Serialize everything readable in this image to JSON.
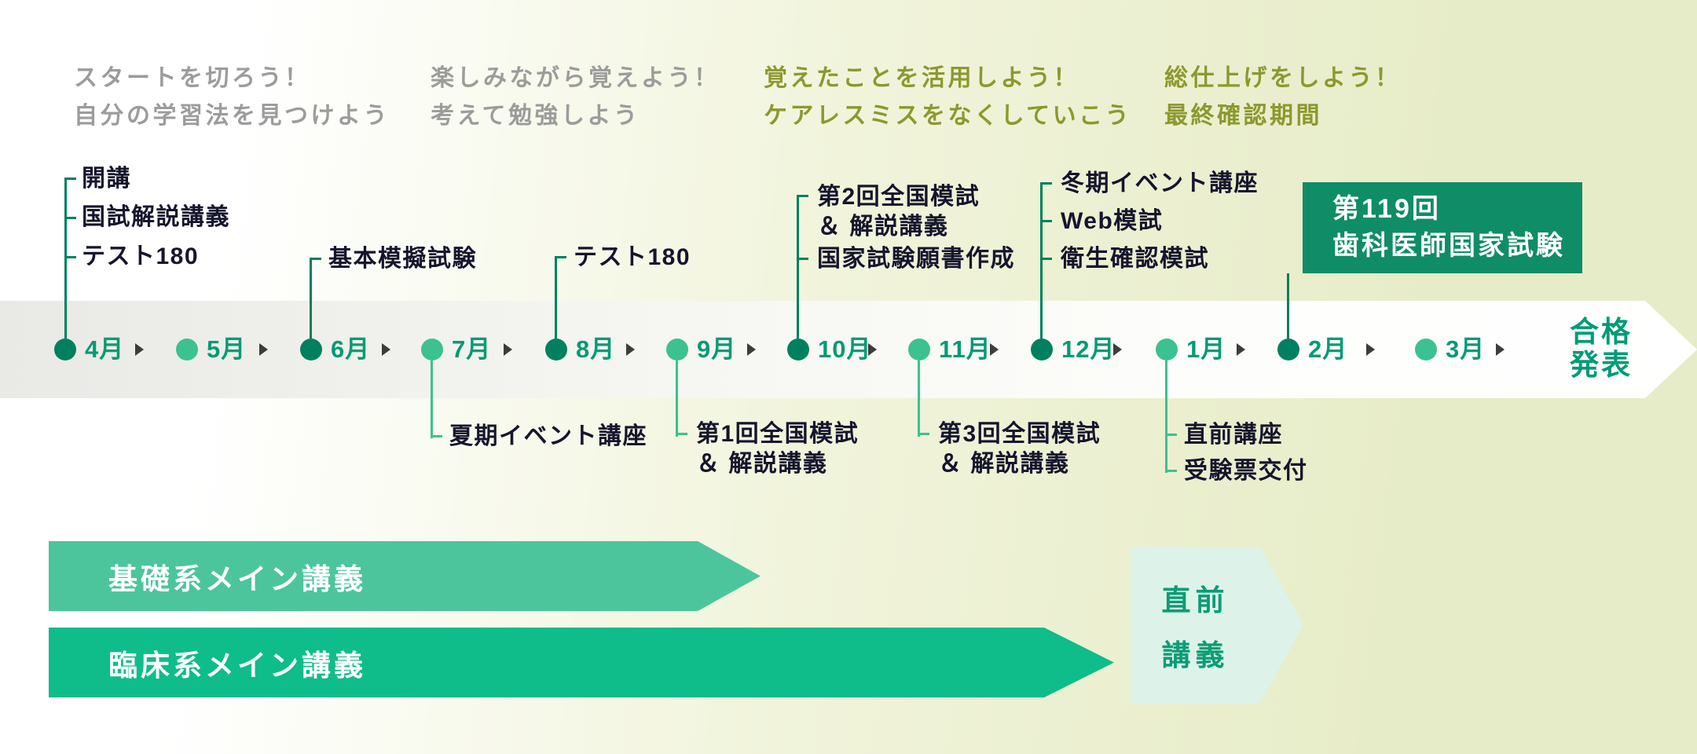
{
  "phases": [
    {
      "lines": [
        "スタートを切ろう！",
        "自分の学習法を見つけよう"
      ],
      "color": "#9c9c9c"
    },
    {
      "lines": [
        "楽しみながら覚えよう！",
        "考えて勉強しよう"
      ],
      "color": "#9c9c9c"
    },
    {
      "lines": [
        "覚えたことを活用しよう！",
        "ケアレスミスをなくしていこう"
      ],
      "color": "#8d982e"
    },
    {
      "lines": [
        "総仕上げをしよう！",
        "最終確認期間"
      ],
      "color": "#8d982e"
    }
  ],
  "months": [
    {
      "label": "4月",
      "dot_color": "#00805f"
    },
    {
      "label": "5月",
      "dot_color": "#3cc190"
    },
    {
      "label": "6月",
      "dot_color": "#00805f"
    },
    {
      "label": "7月",
      "dot_color": "#3cc190"
    },
    {
      "label": "8月",
      "dot_color": "#00805f"
    },
    {
      "label": "9月",
      "dot_color": "#3cc190"
    },
    {
      "label": "10月",
      "dot_color": "#00805f"
    },
    {
      "label": "11月",
      "dot_color": "#3cc190"
    },
    {
      "label": "12月",
      "dot_color": "#00805f"
    },
    {
      "label": "1月",
      "dot_color": "#3cc190"
    },
    {
      "label": "2月",
      "dot_color": "#00805f"
    },
    {
      "label": "3月",
      "dot_color": "#3cc190"
    }
  ],
  "goal": {
    "lines": [
      "合格",
      "発表"
    ]
  },
  "events_above": [
    {
      "month": "4月",
      "items": [
        "開講",
        "国試解説講義",
        "テスト180"
      ]
    },
    {
      "month": "6月",
      "items": [
        "基本模擬試験"
      ]
    },
    {
      "month": "8月",
      "items": [
        "テスト180"
      ]
    },
    {
      "month": "10月",
      "items": [
        "第2回全国模試",
        "＆ 解説講義",
        "国家試験願書作成"
      ]
    },
    {
      "month": "12月",
      "items": [
        "冬期イベント講座",
        "Web模試",
        "衛生確認模試"
      ]
    }
  ],
  "events_below": [
    {
      "month": "7月",
      "items": [
        "夏期イベント講座"
      ]
    },
    {
      "month": "9月",
      "items": [
        "第1回全国模試",
        "＆ 解説講義"
      ]
    },
    {
      "month": "11月",
      "items": [
        "第3回全国模試",
        "＆ 解説講義"
      ]
    },
    {
      "month": "1月",
      "items": [
        "直前講座",
        "受験票交付"
      ]
    }
  ],
  "exam_box": {
    "lines": [
      "第119回",
      "歯科医師国家試験"
    ],
    "bg": "#0f8d66",
    "text_color": "#ffffff"
  },
  "bars": [
    {
      "label": "基礎系メイン講義",
      "color": "#4cc59d"
    },
    {
      "label": "臨床系メイン講義",
      "color": "#0ebd8a"
    }
  ],
  "final_course": {
    "lines": [
      "直前",
      "講義"
    ],
    "bg": "#ddf3e9",
    "color": "#0d9c77"
  },
  "colors": {
    "dark_dot": "#00805f",
    "light_dot": "#3cc190",
    "month_label": "#009b76",
    "event_text": "#15152d",
    "separator": "#3c3c3c",
    "background_left": "#ffffff",
    "background_right": "#e7ecc8",
    "band_left": "#e9e9e6",
    "band_right": "#ffffff"
  }
}
